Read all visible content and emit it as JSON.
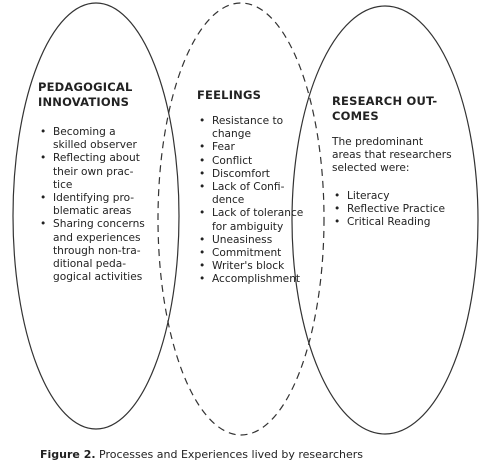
{
  "left": {
    "heading": [
      "PEDAGOGICAL",
      "INNOVATIONS"
    ],
    "items": [
      [
        "Becoming a",
        "skilled observer"
      ],
      [
        "Reflecting about",
        "their own prac-",
        "tice"
      ],
      [
        "Identifying pro-",
        "blematic areas"
      ],
      [
        "Sharing concerns",
        "and experiences",
        "through non-tra-",
        "ditional peda-",
        "gogical activities"
      ]
    ]
  },
  "middle": {
    "heading": [
      "FEELINGS"
    ],
    "items": [
      [
        "Resistance to",
        "change"
      ],
      [
        "Fear"
      ],
      [
        "Conflict"
      ],
      [
        "Discomfort"
      ],
      [
        "Lack of Confi-",
        "dence"
      ],
      [
        "Lack of tolerance",
        "for ambiguity"
      ],
      [
        "Uneasiness"
      ],
      [
        "Commitment"
      ],
      [
        "Writer's block"
      ],
      [
        "Accomplishment"
      ]
    ]
  },
  "right": {
    "heading": [
      "RESEARCH OUT-",
      "COMES"
    ],
    "intro": [
      "The predominant",
      "areas that researchers",
      "selected were:"
    ],
    "items": [
      [
        "Literacy"
      ],
      [
        "Reflective Practice"
      ],
      [
        "Critical Reading"
      ]
    ]
  },
  "caption": {
    "label": "Figure 2.",
    "text": " Processes and Experiences lived by researchers"
  }
}
